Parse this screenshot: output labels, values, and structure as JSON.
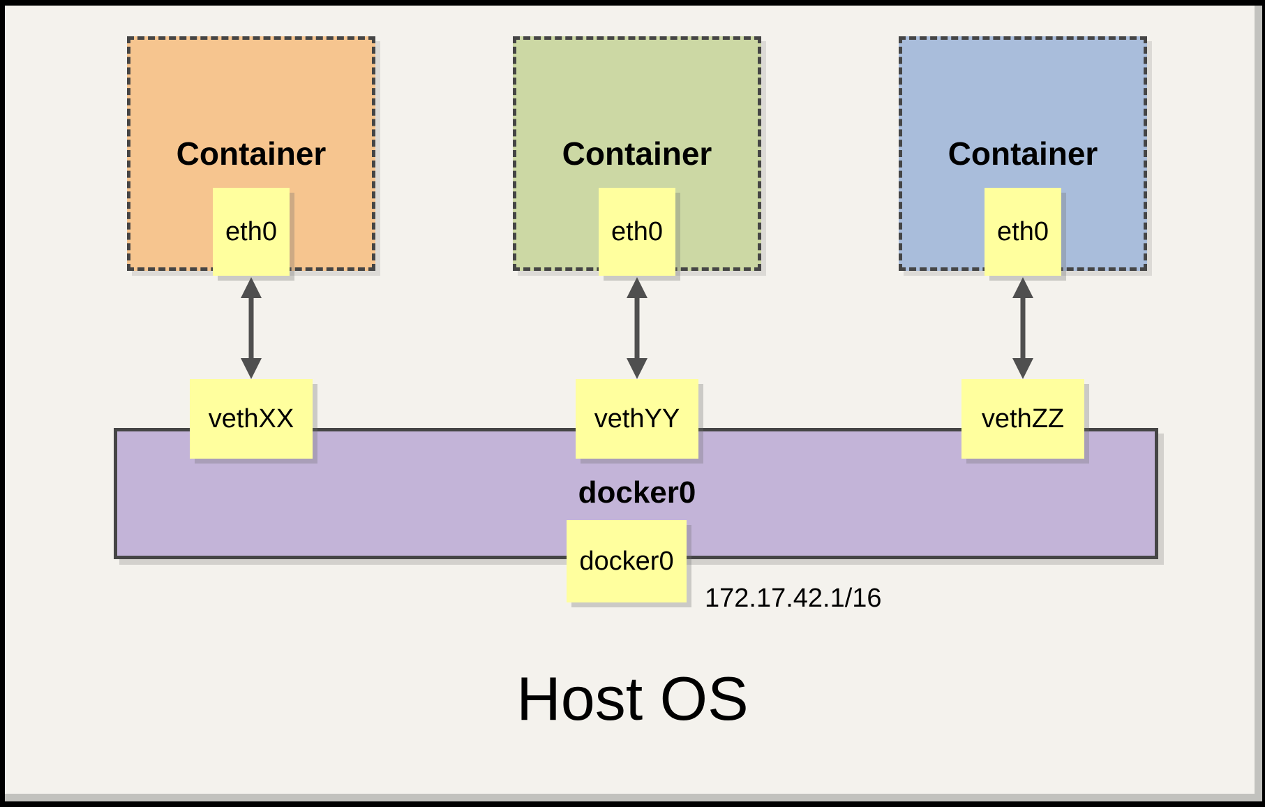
{
  "diagram": {
    "containers": [
      {
        "title": "Container",
        "interface": "eth0",
        "fill": "#f6c58f"
      },
      {
        "title": "Container",
        "interface": "eth0",
        "fill": "#ccd8a4"
      },
      {
        "title": "Container",
        "interface": "eth0",
        "fill": "#a9bddb"
      }
    ],
    "veths": [
      {
        "label": "vethXX"
      },
      {
        "label": "vethYY"
      },
      {
        "label": "vethZZ"
      }
    ],
    "bridge": {
      "title": "docker0",
      "interface": "docker0",
      "ip": "172.17.42.1/16",
      "fill": "#c3b4d8"
    },
    "host": {
      "title": "Host OS"
    },
    "palette": {
      "background": "#f4f2ed",
      "note_yellow": "#ffff9e",
      "border_gray": "#454545",
      "arrow_gray": "#4f4f4f",
      "frame_black": "#000000",
      "frame_shadow": "#c2c2be"
    }
  }
}
